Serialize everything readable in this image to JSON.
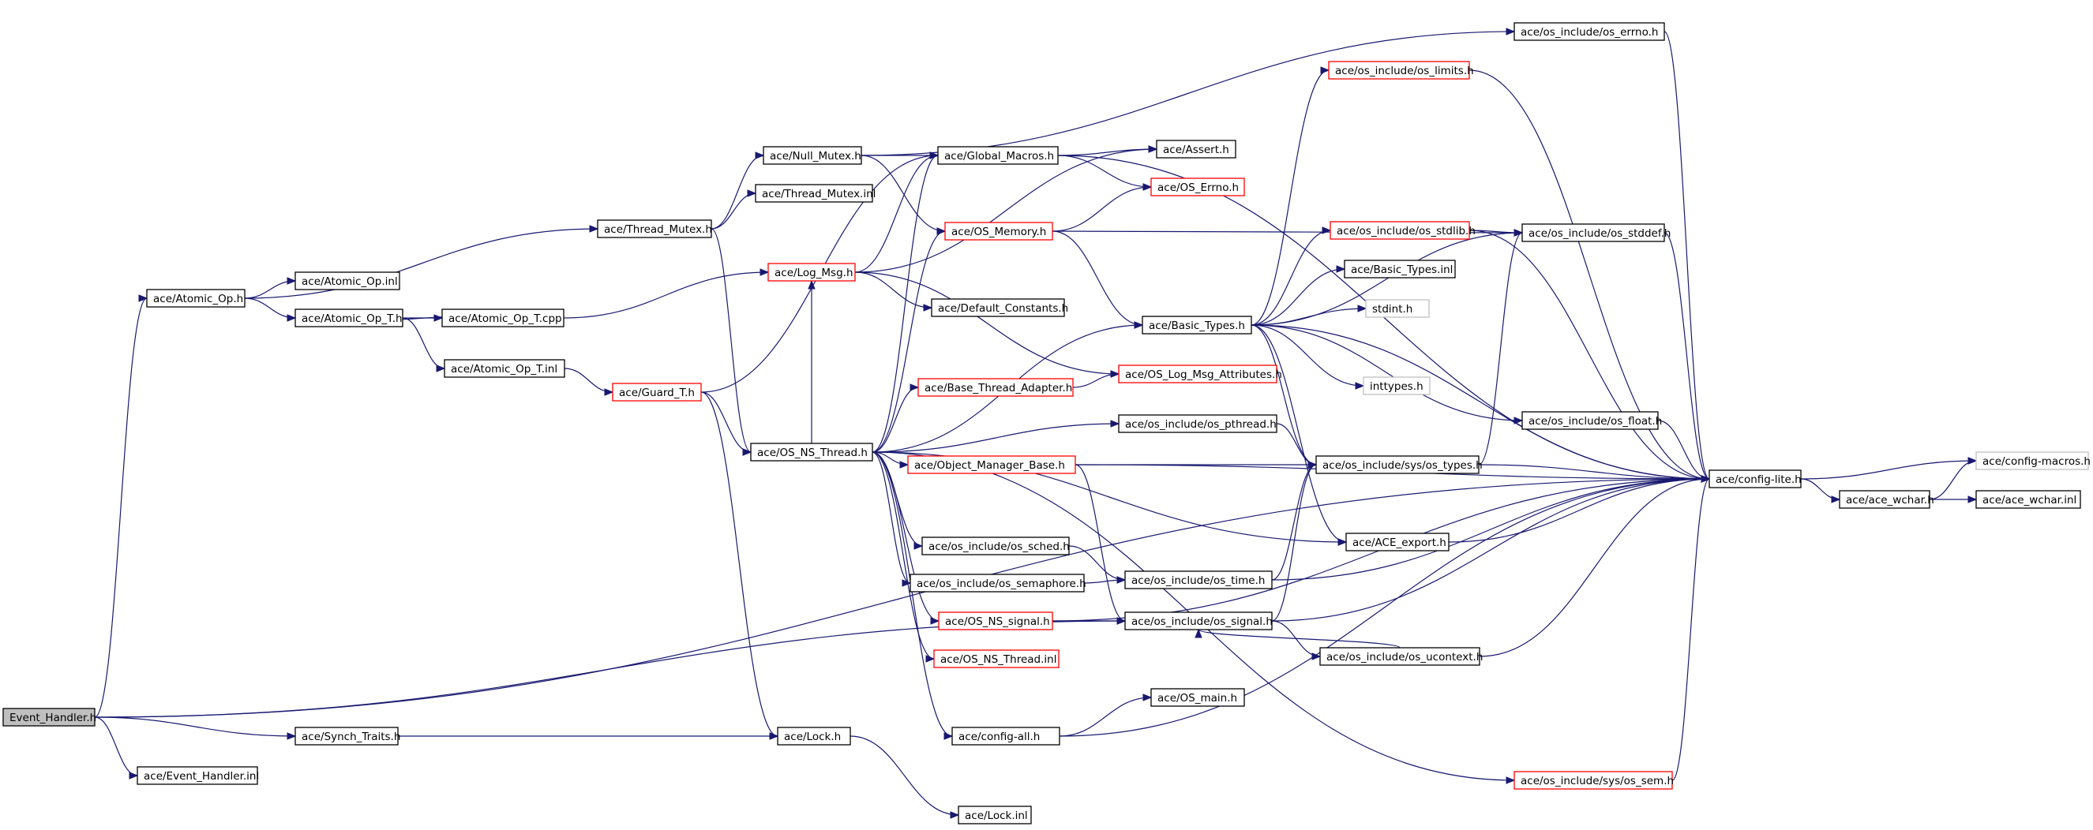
{
  "graph": {
    "nodes": [
      {
        "id": "event_handler_h",
        "label": "Event_Handler.h",
        "style": "root"
      },
      {
        "id": "atomic_op_h",
        "label": "ace/Atomic_Op.h",
        "style": "normal"
      },
      {
        "id": "synch_traits_h",
        "label": "ace/Synch_Traits.h",
        "style": "normal"
      },
      {
        "id": "event_handler_inl",
        "label": "ace/Event_Handler.inl",
        "style": "normal"
      },
      {
        "id": "atomic_op_inl",
        "label": "ace/Atomic_Op.inl",
        "style": "normal"
      },
      {
        "id": "atomic_op_t_h",
        "label": "ace/Atomic_Op_T.h",
        "style": "normal"
      },
      {
        "id": "atomic_op_t_cpp",
        "label": "ace/Atomic_Op_T.cpp",
        "style": "normal"
      },
      {
        "id": "atomic_op_t_inl",
        "label": "ace/Atomic_Op_T.inl",
        "style": "normal"
      },
      {
        "id": "thread_mutex_h",
        "label": "ace/Thread_Mutex.h",
        "style": "normal"
      },
      {
        "id": "guard_t_h",
        "label": "ace/Guard_T.h",
        "style": "red"
      },
      {
        "id": "null_mutex_h",
        "label": "ace/Null_Mutex.h",
        "style": "normal"
      },
      {
        "id": "thread_mutex_inl",
        "label": "ace/Thread_Mutex.inl",
        "style": "normal"
      },
      {
        "id": "log_msg_h",
        "label": "ace/Log_Msg.h",
        "style": "red"
      },
      {
        "id": "os_ns_thread_h",
        "label": "ace/OS_NS_Thread.h",
        "style": "normal"
      },
      {
        "id": "lock_h",
        "label": "ace/Lock.h",
        "style": "normal"
      },
      {
        "id": "lock_inl",
        "label": "ace/Lock.inl",
        "style": "normal"
      },
      {
        "id": "global_macros_h",
        "label": "ace/Global_Macros.h",
        "style": "normal"
      },
      {
        "id": "os_memory_h",
        "label": "ace/OS_Memory.h",
        "style": "red"
      },
      {
        "id": "default_constants_h",
        "label": "ace/Default_Constants.h",
        "style": "normal"
      },
      {
        "id": "base_thread_adapter_h",
        "label": "ace/Base_Thread_Adapter.h",
        "style": "red"
      },
      {
        "id": "object_manager_base_h",
        "label": "ace/Object_Manager_Base.h",
        "style": "red"
      },
      {
        "id": "os_sched_h",
        "label": "ace/os_include/os_sched.h",
        "style": "normal"
      },
      {
        "id": "os_semaphore_h",
        "label": "ace/os_include/os_semaphore.h",
        "style": "normal"
      },
      {
        "id": "os_ns_signal_h",
        "label": "ace/OS_NS_signal.h",
        "style": "red"
      },
      {
        "id": "os_ns_thread_inl",
        "label": "ace/OS_NS_Thread.inl",
        "style": "red"
      },
      {
        "id": "config_all_h",
        "label": "ace/config-all.h",
        "style": "normal"
      },
      {
        "id": "os_errno_h",
        "label": "ace/os_include/os_errno.h",
        "style": "normal"
      },
      {
        "id": "os_limits_h",
        "label": "ace/os_include/os_limits.h",
        "style": "red"
      },
      {
        "id": "assert_h",
        "label": "ace/Assert.h",
        "style": "normal"
      },
      {
        "id": "os_errno_big_h",
        "label": "ace/OS_Errno.h",
        "style": "red"
      },
      {
        "id": "basic_types_h",
        "label": "ace/Basic_Types.h",
        "style": "normal"
      },
      {
        "id": "os_log_msg_attributes_h",
        "label": "ace/OS_Log_Msg_Attributes.h",
        "style": "red"
      },
      {
        "id": "os_pthread_h",
        "label": "ace/os_include/os_pthread.h",
        "style": "normal"
      },
      {
        "id": "os_time_h",
        "label": "ace/os_include/os_time.h",
        "style": "normal"
      },
      {
        "id": "os_signal_h",
        "label": "ace/os_include/os_signal.h",
        "style": "normal"
      },
      {
        "id": "os_main_h",
        "label": "ace/OS_main.h",
        "style": "normal"
      },
      {
        "id": "os_stdlib_h",
        "label": "ace/os_include/os_stdlib.h",
        "style": "red"
      },
      {
        "id": "basic_types_inl",
        "label": "ace/Basic_Types.inl",
        "style": "normal"
      },
      {
        "id": "stdint_h",
        "label": "stdint.h",
        "style": "gray"
      },
      {
        "id": "inttypes_h",
        "label": "inttypes.h",
        "style": "gray"
      },
      {
        "id": "os_types_h",
        "label": "ace/os_include/sys/os_types.h",
        "style": "normal"
      },
      {
        "id": "ace_export_h",
        "label": "ace/ACE_export.h",
        "style": "normal"
      },
      {
        "id": "os_ucontext_h",
        "label": "ace/os_include/os_ucontext.h",
        "style": "normal"
      },
      {
        "id": "os_sem_h",
        "label": "ace/os_include/sys/os_sem.h",
        "style": "red"
      },
      {
        "id": "os_stddef_h",
        "label": "ace/os_include/os_stddef.h",
        "style": "normal"
      },
      {
        "id": "os_float_h",
        "label": "ace/os_include/os_float.h",
        "style": "normal"
      },
      {
        "id": "config_lite_h",
        "label": "ace/config-lite.h",
        "style": "normal"
      },
      {
        "id": "ace_wchar_h",
        "label": "ace/ace_wchar.h",
        "style": "normal"
      },
      {
        "id": "config_macros_h",
        "label": "ace/config-macros.h",
        "style": "gray"
      },
      {
        "id": "ace_wchar_inl",
        "label": "ace/ace_wchar.inl",
        "style": "normal"
      }
    ],
    "edges": [
      [
        "event_handler_h",
        "atomic_op_h"
      ],
      [
        "event_handler_h",
        "synch_traits_h"
      ],
      [
        "event_handler_h",
        "event_handler_inl"
      ],
      [
        "event_handler_h",
        "os_signal_h"
      ],
      [
        "event_handler_h",
        "config_lite_h"
      ],
      [
        "atomic_op_h",
        "atomic_op_inl"
      ],
      [
        "atomic_op_h",
        "atomic_op_t_h"
      ],
      [
        "atomic_op_h",
        "thread_mutex_h"
      ],
      [
        "atomic_op_t_h",
        "atomic_op_t_cpp"
      ],
      [
        "atomic_op_t_cpp",
        "atomic_op_t_h"
      ],
      [
        "atomic_op_t_h",
        "atomic_op_t_inl"
      ],
      [
        "atomic_op_t_cpp",
        "log_msg_h"
      ],
      [
        "atomic_op_t_inl",
        "guard_t_h"
      ],
      [
        "guard_t_h",
        "os_ns_thread_h"
      ],
      [
        "guard_t_h",
        "lock_h"
      ],
      [
        "guard_t_h",
        "global_macros_h"
      ],
      [
        "synch_traits_h",
        "lock_h"
      ],
      [
        "lock_h",
        "lock_inl"
      ],
      [
        "thread_mutex_h",
        "null_mutex_h"
      ],
      [
        "thread_mutex_h",
        "thread_mutex_inl"
      ],
      [
        "thread_mutex_h",
        "os_ns_thread_h"
      ],
      [
        "null_mutex_h",
        "global_macros_h"
      ],
      [
        "null_mutex_h",
        "os_memory_h"
      ],
      [
        "null_mutex_h",
        "os_errno_h"
      ],
      [
        "log_msg_h",
        "global_macros_h"
      ],
      [
        "log_msg_h",
        "assert_h"
      ],
      [
        "log_msg_h",
        "default_constants_h"
      ],
      [
        "log_msg_h",
        "os_log_msg_attributes_h"
      ],
      [
        "global_macros_h",
        "assert_h"
      ],
      [
        "global_macros_h",
        "os_errno_big_h"
      ],
      [
        "global_macros_h",
        "config_lite_h"
      ],
      [
        "os_memory_h",
        "os_errno_big_h"
      ],
      [
        "os_memory_h",
        "basic_types_h"
      ],
      [
        "os_memory_h",
        "os_stddef_h"
      ],
      [
        "os_ns_thread_h",
        "global_macros_h"
      ],
      [
        "os_ns_thread_h",
        "os_memory_h"
      ],
      [
        "os_ns_thread_h",
        "log_msg_h"
      ],
      [
        "os_ns_thread_h",
        "basic_types_h"
      ],
      [
        "os_ns_thread_h",
        "base_thread_adapter_h"
      ],
      [
        "os_ns_thread_h",
        "object_manager_base_h"
      ],
      [
        "os_ns_thread_h",
        "os_pthread_h"
      ],
      [
        "os_ns_thread_h",
        "os_sched_h"
      ],
      [
        "os_ns_thread_h",
        "os_semaphore_h"
      ],
      [
        "os_ns_thread_h",
        "os_ns_signal_h"
      ],
      [
        "os_ns_thread_h",
        "os_ns_thread_inl"
      ],
      [
        "os_ns_thread_h",
        "config_all_h"
      ],
      [
        "os_ns_thread_h",
        "ace_export_h"
      ],
      [
        "os_ns_thread_h",
        "os_sem_h"
      ],
      [
        "base_thread_adapter_h",
        "os_log_msg_attributes_h"
      ],
      [
        "object_manager_base_h",
        "os_types_h"
      ],
      [
        "object_manager_base_h",
        "os_signal_h"
      ],
      [
        "object_manager_base_h",
        "config_lite_h"
      ],
      [
        "os_sched_h",
        "os_time_h"
      ],
      [
        "os_semaphore_h",
        "os_time_h"
      ],
      [
        "os_ns_signal_h",
        "os_signal_h"
      ],
      [
        "os_ns_signal_h",
        "config_lite_h"
      ],
      [
        "config_all_h",
        "os_main_h"
      ],
      [
        "config_all_h",
        "config_lite_h"
      ],
      [
        "os_pthread_h",
        "os_types_h"
      ],
      [
        "os_time_h",
        "os_types_h"
      ],
      [
        "os_time_h",
        "config_lite_h"
      ],
      [
        "os_signal_h",
        "os_types_h"
      ],
      [
        "os_signal_h",
        "os_ucontext_h"
      ],
      [
        "os_signal_h",
        "config_lite_h"
      ],
      [
        "os_ucontext_h",
        "os_signal_h"
      ],
      [
        "os_ucontext_h",
        "config_lite_h"
      ],
      [
        "basic_types_h",
        "os_limits_h"
      ],
      [
        "basic_types_h",
        "os_stdlib_h"
      ],
      [
        "basic_types_h",
        "os_stddef_h"
      ],
      [
        "basic_types_h",
        "basic_types_inl"
      ],
      [
        "basic_types_h",
        "stdint_h"
      ],
      [
        "basic_types_h",
        "inttypes_h"
      ],
      [
        "basic_types_h",
        "os_types_h"
      ],
      [
        "basic_types_h",
        "os_float_h"
      ],
      [
        "basic_types_h",
        "ace_export_h"
      ],
      [
        "basic_types_h",
        "config_lite_h"
      ],
      [
        "os_stdlib_h",
        "os_stddef_h"
      ],
      [
        "os_stdlib_h",
        "config_lite_h"
      ],
      [
        "os_types_h",
        "os_stddef_h"
      ],
      [
        "os_types_h",
        "config_lite_h"
      ],
      [
        "os_float_h",
        "config_lite_h"
      ],
      [
        "ace_export_h",
        "config_lite_h"
      ],
      [
        "os_stddef_h",
        "config_lite_h"
      ],
      [
        "os_limits_h",
        "config_lite_h"
      ],
      [
        "os_errno_h",
        "config_lite_h"
      ],
      [
        "os_sem_h",
        "config_lite_h"
      ],
      [
        "config_lite_h",
        "config_macros_h"
      ],
      [
        "config_lite_h",
        "ace_wchar_h"
      ],
      [
        "ace_wchar_h",
        "ace_wchar_inl"
      ],
      [
        "ace_wchar_h",
        "config_macros_h"
      ]
    ]
  }
}
